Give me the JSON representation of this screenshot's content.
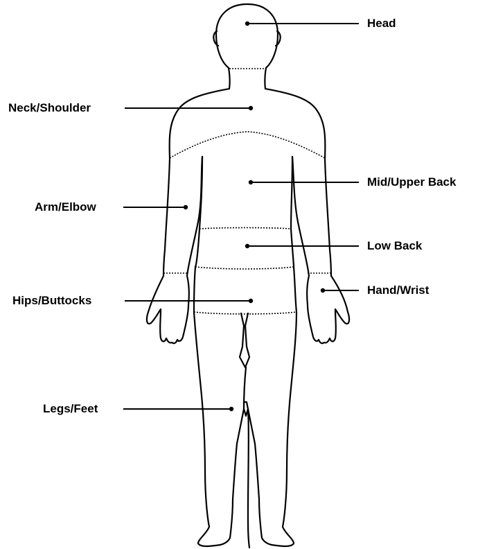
{
  "labels": {
    "head": "Head",
    "neck_shoulder": "Neck/Shoulder",
    "mid_upper_back": "Mid/Upper Back",
    "arm_elbow": "Arm/Elbow",
    "low_back": "Low Back",
    "hand_wrist": "Hand/Wrist",
    "hips_buttocks": "Hips/Buttocks",
    "legs_feet": "Legs/Feet"
  }
}
